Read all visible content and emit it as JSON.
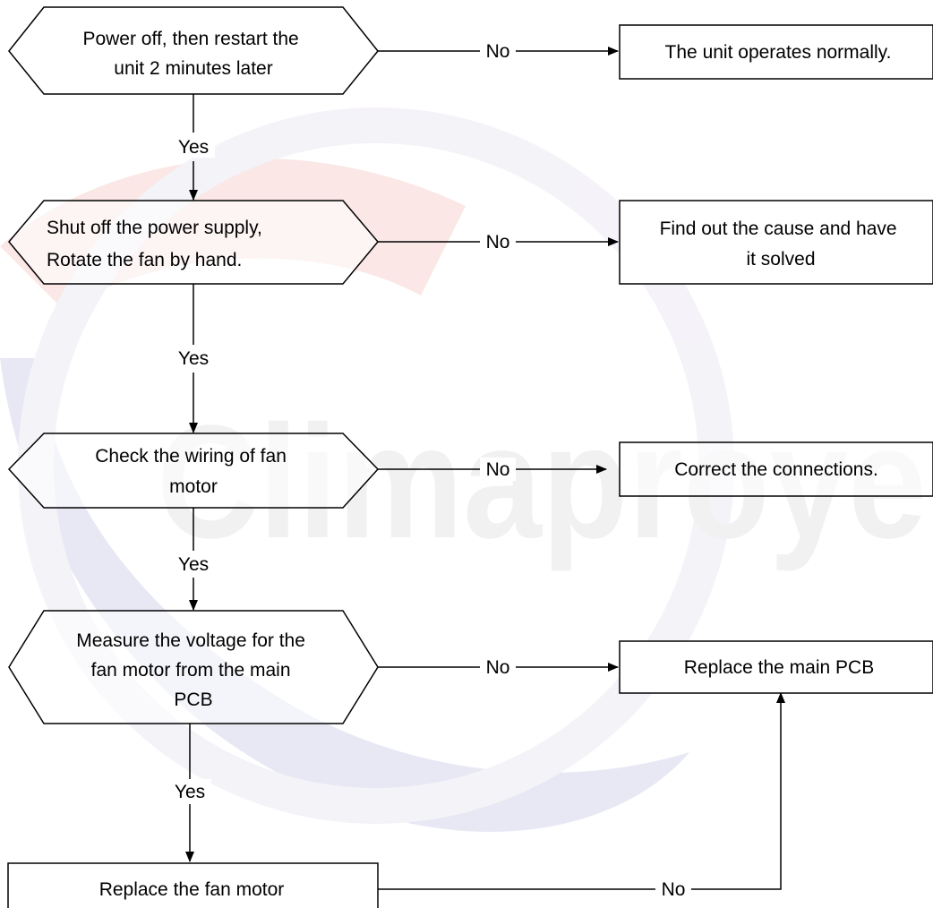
{
  "watermark": {
    "text": "Climaproye",
    "colors": {
      "red": "#e08a84",
      "blue": "#8a92c0",
      "grey": "#cfcfcf"
    }
  },
  "colors": {
    "line": "#000000",
    "background": "#ffffff"
  },
  "decisions": [
    {
      "id": "d1",
      "lines": [
        "Power off, then restart the",
        "unit 2 minutes later"
      ]
    },
    {
      "id": "d2",
      "lines": [
        "Shut off the power supply,",
        "Rotate the fan by hand."
      ]
    },
    {
      "id": "d3",
      "lines": [
        "Check the wiring of fan",
        "motor"
      ]
    },
    {
      "id": "d4",
      "lines": [
        "Measure the voltage for the",
        "fan motor from the main",
        "PCB"
      ]
    }
  ],
  "actions": [
    {
      "id": "a1",
      "lines": [
        "The unit operates normally."
      ]
    },
    {
      "id": "a2",
      "lines": [
        "Find out the cause and have",
        "it solved"
      ]
    },
    {
      "id": "a3",
      "lines": [
        "Correct the connections."
      ]
    },
    {
      "id": "a4",
      "lines": [
        "Replace the main PCB"
      ]
    },
    {
      "id": "a5",
      "lines": [
        "Replace the fan motor"
      ]
    }
  ],
  "edges": [
    {
      "id": "e-d1-a1",
      "label": "No"
    },
    {
      "id": "e-d1-d2",
      "label": "Yes"
    },
    {
      "id": "e-d2-a2",
      "label": "No"
    },
    {
      "id": "e-d2-d3",
      "label": "Yes"
    },
    {
      "id": "e-d3-a3",
      "label": "No"
    },
    {
      "id": "e-d3-d4",
      "label": "Yes"
    },
    {
      "id": "e-d4-a4",
      "label": "No"
    },
    {
      "id": "e-d4-a5",
      "label": "Yes"
    },
    {
      "id": "e-a5-a4",
      "label": "No"
    }
  ]
}
